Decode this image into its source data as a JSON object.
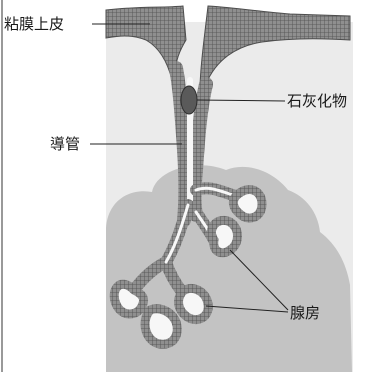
{
  "labels": {
    "mucosal_epithelium": "粘膜上皮",
    "calcification": "石灰化物",
    "duct": "導管",
    "acinus": "腺房"
  },
  "colors": {
    "background": "#ffffff",
    "stroma_light": "#e9e9e9",
    "gland_region": "#c4c4c4",
    "epithelium": "#8f8f8f",
    "cell_lines": "#4d4d4d",
    "lumen": "#f7f7f7",
    "stone": "#5a5a5a",
    "leader_line": "#222222"
  }
}
